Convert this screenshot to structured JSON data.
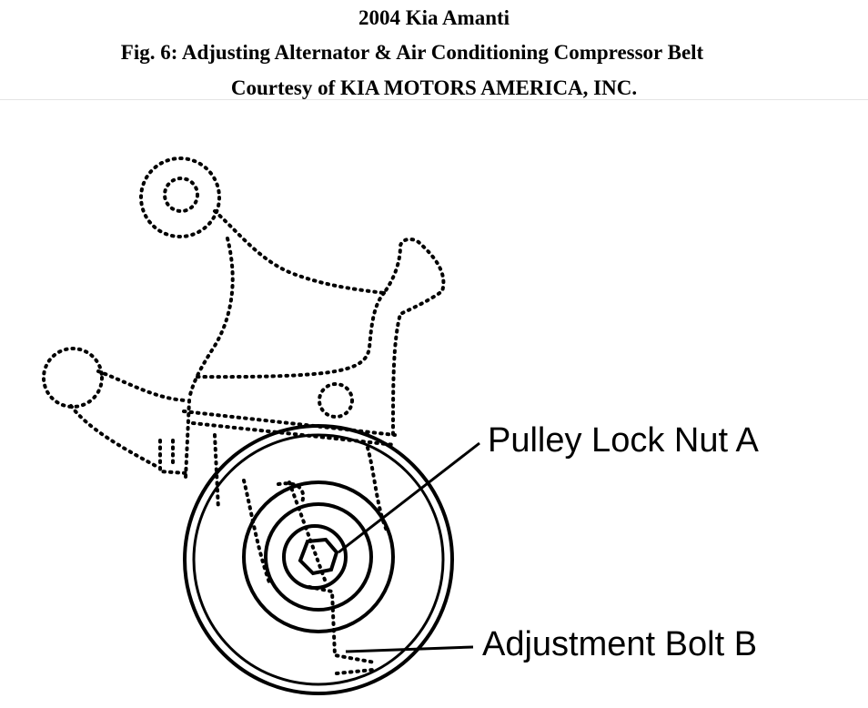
{
  "header": {
    "vehicle": "2004 Kia Amanti",
    "figure_title": "Fig. 6: Adjusting Alternator & Air Conditioning Compressor Belt",
    "courtesy": "Courtesy of KIA MOTORS AMERICA, INC."
  },
  "labels": {
    "pulley_lock_nut": "Pulley Lock Nut A",
    "adjustment_bolt": "Adjustment Bolt B"
  }
}
